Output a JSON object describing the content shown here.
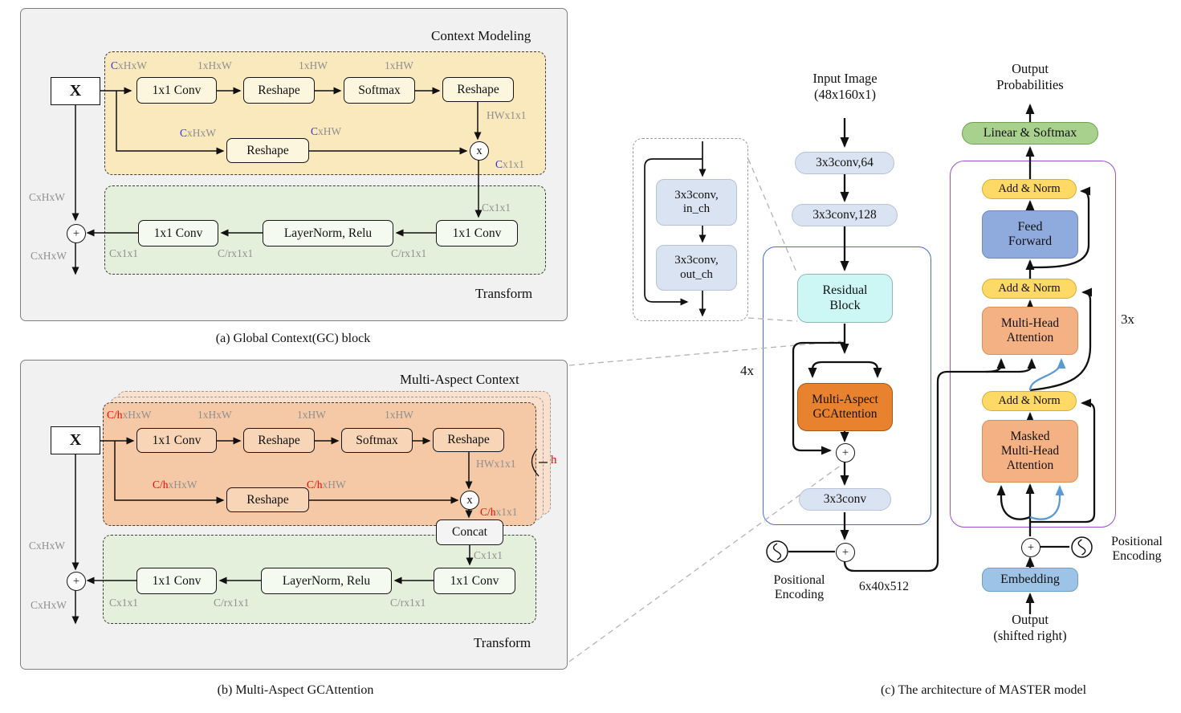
{
  "colors": {
    "panel_bg": "#f1f1f2",
    "panel_border": "#7f7f7f",
    "yellow_region": "#fae9bd",
    "yellow_box": "#fdf6df",
    "green_region": "#e4f0db",
    "green_box": "#f4faf0",
    "orange_region": "#f5c9a5",
    "orange_box": "#f8d5b6",
    "orange_ghost": "#f9e1ce",
    "concat_bg": "#f4f4f4",
    "dim_gray": "#8f8f8f",
    "dim_blue": "#3333cc",
    "dim_red": "#ff0000",
    "dashed_connector": "#b3b3b3",
    "encoder_border": "#4472c4",
    "decoder_border": "#9b4fd6",
    "pill_blue": "#dae3f1",
    "residual_cyan": "#cdf7f4",
    "gc_orange": "#e8822f",
    "gc_orange_border": "#a85614",
    "addnorm_yellow": "#fed966",
    "ff_blue": "#8faadc",
    "mha_salmon": "#f4b183",
    "linear_softmax_green": "#a9d18e",
    "embedding_blue": "#9dc3e6",
    "blue_arrow": "#5b9bd5"
  },
  "panel_a": {
    "region_title": "Context Modeling",
    "transform_title": "Transform",
    "caption": "(a) Global Context(GC) block",
    "x_input": "X",
    "boxes": {
      "conv_a": "1x1 Conv",
      "reshape_1": "Reshape",
      "softmax": "Softmax",
      "reshape_2": "Reshape",
      "reshape_mid": "Reshape",
      "conv_b": "1x1 Conv",
      "layernorm": "LayerNorm, Relu",
      "conv_c": "1x1 Conv"
    },
    "ops": {
      "multiply": "x",
      "add": "+"
    },
    "dims": {
      "in_pre": "C",
      "in_rest": "xHxW",
      "t1": "1xHxW",
      "t2": "1xHW",
      "t3": "1xHW",
      "hw": "HWx1x1",
      "mid_in_pre": "C",
      "mid_in_rest": "xHxW",
      "mid_out_pre": "C",
      "mid_out_rest": "xHW",
      "ctx_pre": "C",
      "ctx_rest": "x1x1",
      "tr_in": "Cx1x1",
      "tr_mid": "C/rx1x1",
      "tr_mid2": "C/rx1x1",
      "tr_out": "Cx1x1",
      "left_top": "CxHxW",
      "left_bottom": "CxHxW"
    }
  },
  "panel_b": {
    "region_title": "Multi-Aspect Context",
    "transform_title": "Transform",
    "caption": "(b) Multi-Aspect GCAttention",
    "x_input": "X",
    "heads": "h",
    "boxes": {
      "conv_a": "1x1 Conv",
      "reshape_1": "Reshape",
      "softmax": "Softmax",
      "reshape_2": "Reshape",
      "reshape_mid": "Reshape",
      "concat": "Concat",
      "conv_b": "1x1 Conv",
      "layernorm": "LayerNorm, Relu",
      "conv_c": "1x1 Conv"
    },
    "ops": {
      "multiply": "x",
      "add": "+"
    },
    "dims": {
      "in_pre": "C/h",
      "in_rest": "xHxW",
      "t1": "1xHxW",
      "t2": "1xHW",
      "t3": "1xHW",
      "hw": "HWx1x1",
      "mid_in_pre": "C/h",
      "mid_in_rest": "xHxW",
      "mid_out_pre": "C/h",
      "mid_out_rest": "xHW",
      "ctx_pre": "C/h",
      "ctx_rest": "x1x1",
      "concat_out": "Cx1x1",
      "tr_mid": "C/rx1x1",
      "tr_mid2": "C/rx1x1",
      "tr_out": "Cx1x1",
      "left_top": "CxHxW",
      "left_bottom": "CxHxW"
    }
  },
  "panel_c": {
    "caption": "(c) The architecture of MASTER model",
    "input_label": "Input Image\n(48x160x1)",
    "conv64": "3x3conv,64",
    "conv128": "3x3conv,128",
    "residual_block": "Residual\nBlock",
    "gc_attention": "Multi-Aspect\nGCAttention",
    "conv3x3": "3x3conv",
    "encoder_repeat": "4x",
    "decoder_repeat": "3x",
    "pos_enc_left": "Positional\nEncoding",
    "pos_enc_right": "Positional\nEncoding",
    "feature_shape": "6x40x512",
    "inset_conv_in": "3x3conv,\nin_ch",
    "inset_conv_out": "3x3conv,\nout_ch",
    "output_probabilities": "Output\nProbabilities",
    "linear_softmax": "Linear & Softmax",
    "add_norm": "Add & Norm",
    "feed_forward": "Feed\nForward",
    "multi_head_attention": "Multi-Head\nAttention",
    "masked_multi_head_attention": "Masked\nMulti-Head\nAttention",
    "embedding": "Embedding",
    "output_shifted": "Output\n(shifted right)",
    "add": "+"
  }
}
